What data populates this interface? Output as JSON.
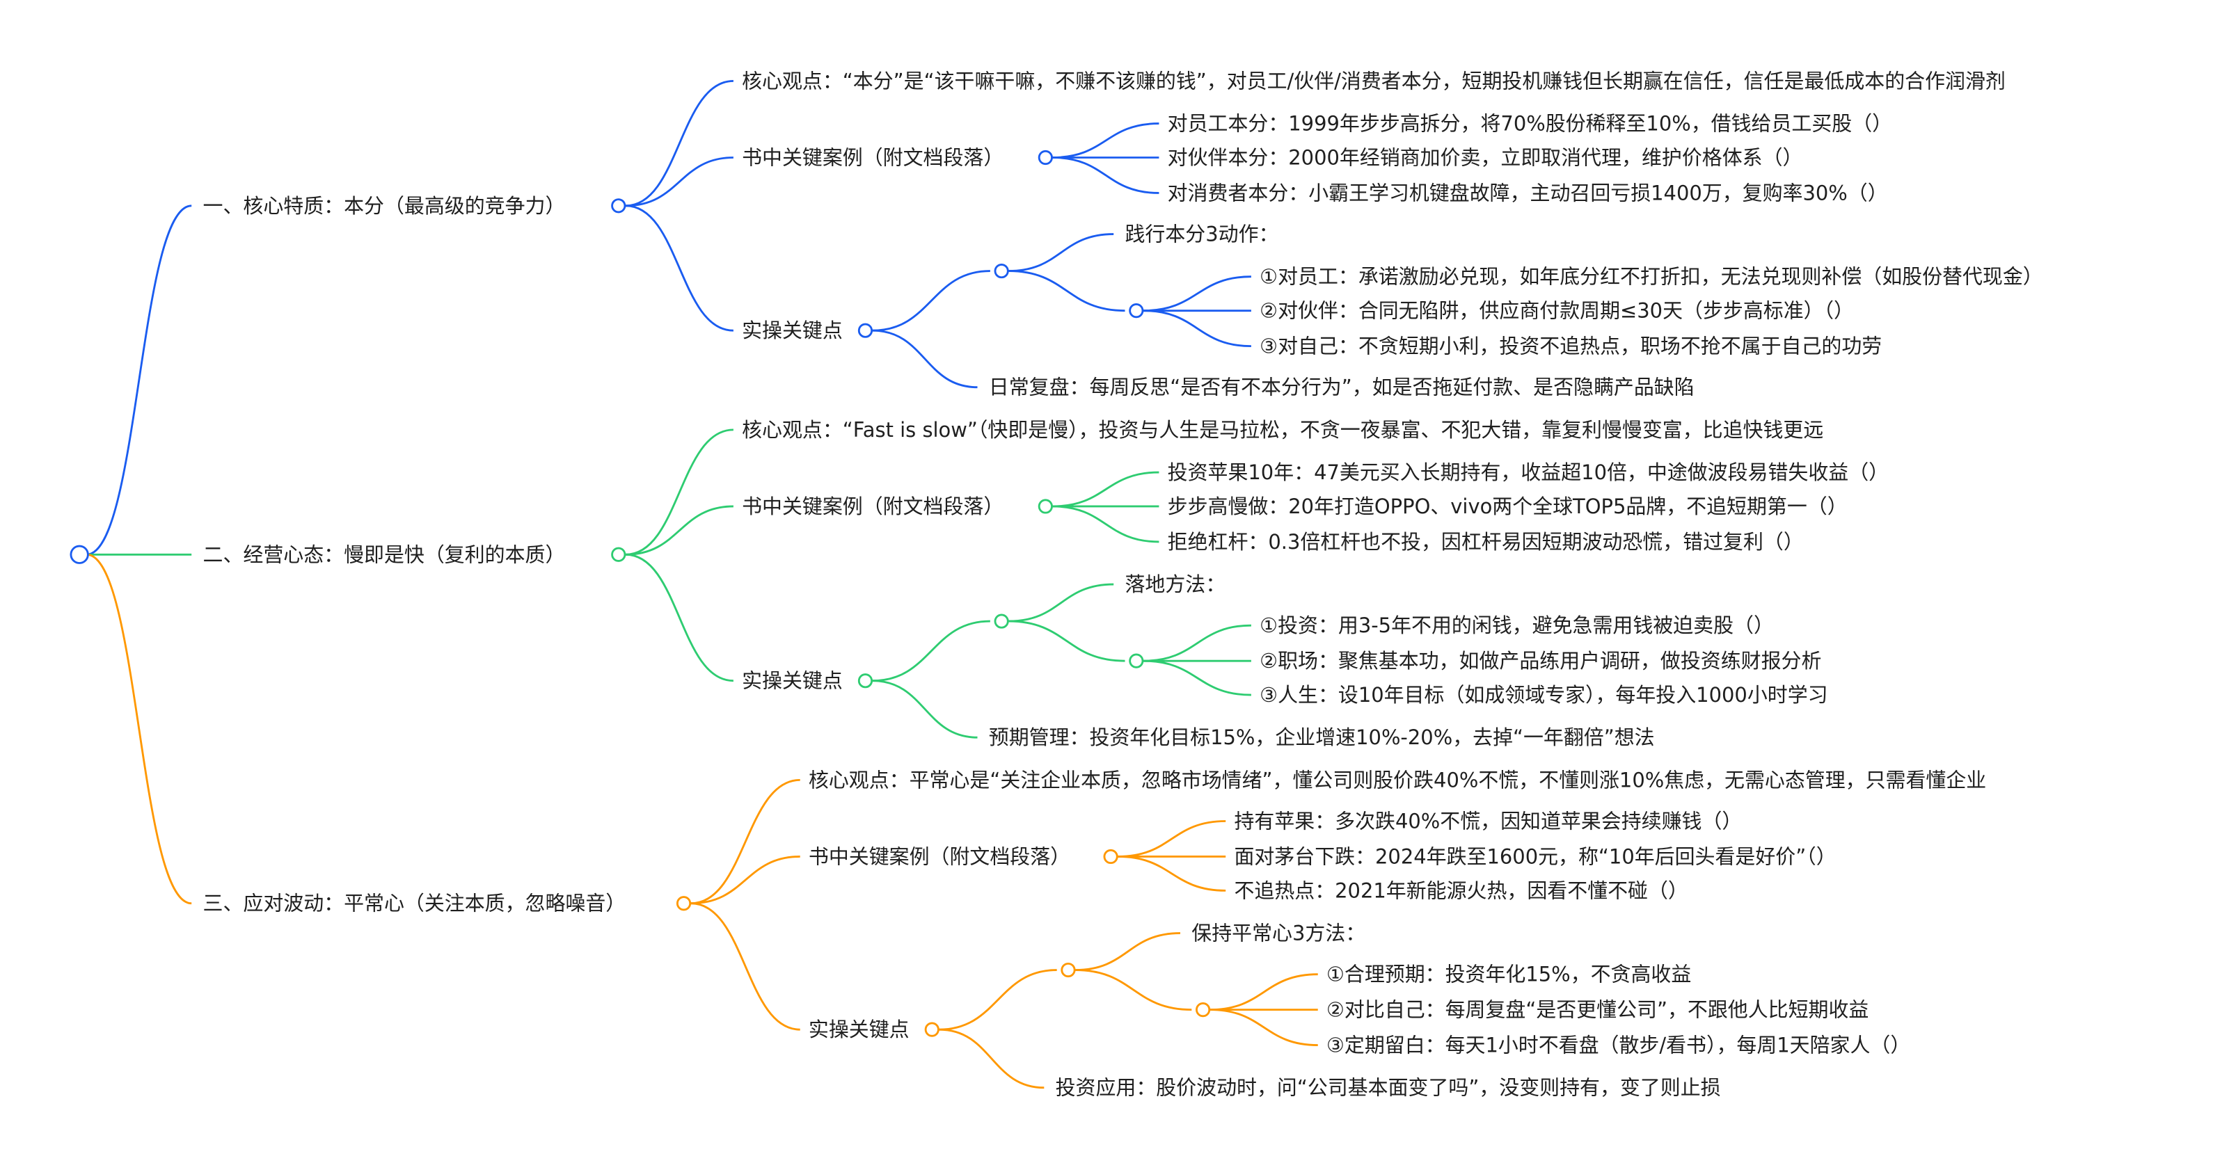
{
  "colors": {
    "branch1": "#1a5cf0",
    "branch2": "#2ecc71",
    "branch3": "#ff9800",
    "text": "#1f1f1f"
  },
  "branches": [
    {
      "title": "一、核心特质：本分（最高级的竞争力）",
      "core": "核心观点：“本分”是“该干嘛干嘛，不赚不该赚的钱”，对员工/伙伴/消费者本分，短期投机赚钱但长期赢在信任，信任是最低成本的合作润滑剂",
      "cases_title": "书中关键案例（附文档段落）",
      "cases": [
        "对员工本分：1999年步步高拆分，将70%股份稀释至10%，借钱给员工买股（）",
        "对伙伴本分：2000年经销商加价卖，立即取消代理，维护价格体系（）",
        "对消费者本分：小霸王学习机键盘故障，主动召回亏损1400万，复购率30%（）"
      ],
      "practice_title": "实操关键点",
      "practice_head": "践行本分3动作：",
      "practice_items": [
        "①对员工：承诺激励必兑现，如年底分红不打折扣，无法兑现则补偿（如股份替代现金）",
        "②对伙伴：合同无陷阱，供应商付款周期≤30天（步步高标准）（）",
        "③对自己：不贪短期小利，投资不追热点，职场不抢不属于自己的功劳"
      ],
      "practice_extra": "日常复盘：每周反思“是否有不本分行为”，如是否拖延付款、是否隐瞒产品缺陷"
    },
    {
      "title": "二、经营心态：慢即是快（复利的本质）",
      "core": "核心观点：“Fast is slow”（快即是慢），投资与人生是马拉松，不贪一夜暴富、不犯大错，靠复利慢慢变富，比追快钱更远",
      "cases_title": "书中关键案例（附文档段落）",
      "cases": [
        "投资苹果10年：47美元买入长期持有，收益超10倍，中途做波段易错失收益（）",
        "步步高慢做：20年打造OPPO、vivo两个全球TOP5品牌，不追短期第一（）",
        "拒绝杠杆：0.3倍杠杆也不投，因杠杆易因短期波动恐慌，错过复利（）"
      ],
      "practice_title": "实操关键点",
      "practice_head": "落地方法：",
      "practice_items": [
        "①投资：用3-5年不用的闲钱，避免急需用钱被迫卖股（）",
        "②职场：聚焦基本功，如做产品练用户调研，做投资练财报分析",
        "③人生：设10年目标（如成领域专家），每年投入1000小时学习"
      ],
      "practice_extra": "预期管理：投资年化目标15%，企业增速10%-20%，去掉“一年翻倍”想法"
    },
    {
      "title": "三、应对波动：平常心（关注本质，忽略噪音）",
      "core": "核心观点：平常心是“关注企业本质，忽略市场情绪”，懂公司则股价跌40%不慌，不懂则涨10%焦虑，无需心态管理，只需看懂企业",
      "cases_title": "书中关键案例（附文档段落）",
      "cases": [
        "持有苹果：多次跌40%不慌，因知道苹果会持续赚钱（）",
        "面对茅台下跌：2024年跌至1600元，称“10年后回头看是好价”（）",
        "不追热点：2021年新能源火热，因看不懂不碰（）"
      ],
      "practice_title": "实操关键点",
      "practice_head": "保持平常心3方法：",
      "practice_items": [
        "①合理预期：投资年化15%，不贪高收益",
        "②对比自己：每周复盘“是否更懂公司”，不跟他人比短期收益",
        "③定期留白：每天1小时不看盘（散步/看书），每周1天陪家人（）"
      ],
      "practice_extra": "投资应用：股价波动时，问“公司基本面变了吗”，没变则持有，变了则止损"
    }
  ]
}
